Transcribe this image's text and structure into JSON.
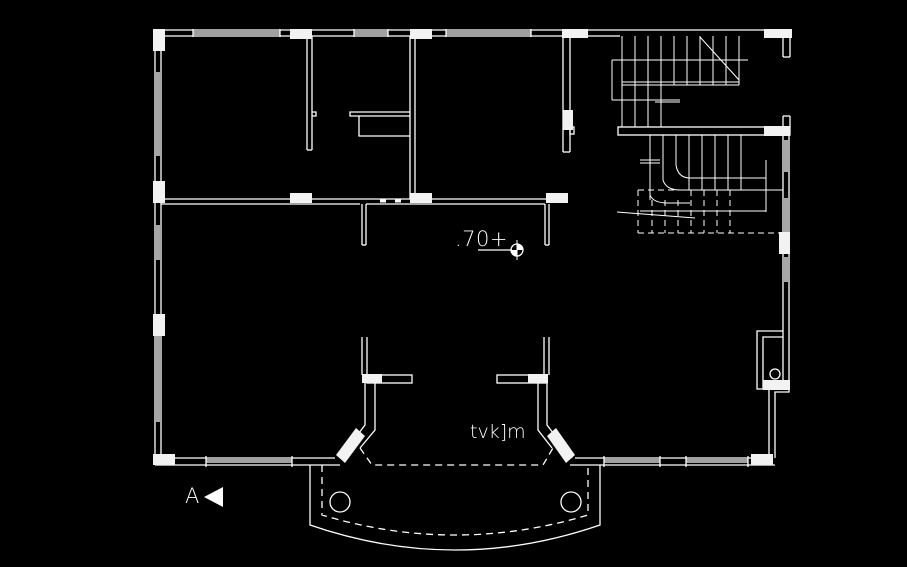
{
  "drawing": {
    "type": "architectural floor plan (CAD, dark model space)",
    "background": "#000000",
    "line_color": "#ffffff",
    "column_fill": "#f2f2f2"
  },
  "annotations": {
    "elevation_mark": ".70+",
    "room_label": "tvk]m",
    "section_marker": "A"
  },
  "elements": {
    "elevation_symbol": "elevation-datum-icon",
    "section_arrow": "section-arrow-icon",
    "staircase_upper": "staircase",
    "staircase_lower": "staircase",
    "entrance_porch": "curved-porch",
    "columns_circular": 2
  }
}
